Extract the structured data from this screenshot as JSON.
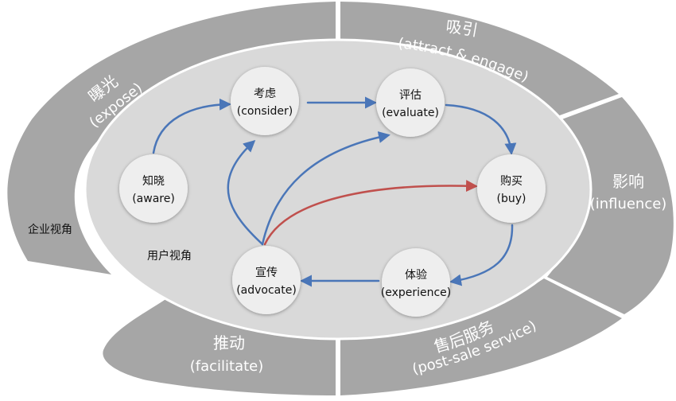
{
  "perspectives": {
    "enterprise": "企业视角",
    "user": "用户视角"
  },
  "stages": {
    "expose": {
      "cn": "曝光",
      "en": "(expose)"
    },
    "attract": {
      "cn": "吸引",
      "en": "(attract & engage)"
    },
    "influence": {
      "cn": "影响",
      "en": "(influence)"
    },
    "post_sale": {
      "cn": "售后服务",
      "en": "(post-sale service)"
    },
    "facilitate": {
      "cn": "推动",
      "en": "(facilitate)"
    }
  },
  "nodes": {
    "aware": {
      "cn": "知晓",
      "en": "(aware)"
    },
    "consider": {
      "cn": "考虑",
      "en": "(consider)"
    },
    "evaluate": {
      "cn": "评估",
      "en": "(evaluate)"
    },
    "buy": {
      "cn": "购买",
      "en": "(buy)"
    },
    "experience": {
      "cn": "体验",
      "en": "(experience)"
    },
    "advocate": {
      "cn": "宣传",
      "en": "(advocate)"
    }
  },
  "colors": {
    "ring": "#a6a6a6",
    "ellipse": "#d9d9d9",
    "node": "#eeeeee",
    "arrow_blue": "#4a76b8",
    "arrow_red": "#c0504d"
  }
}
